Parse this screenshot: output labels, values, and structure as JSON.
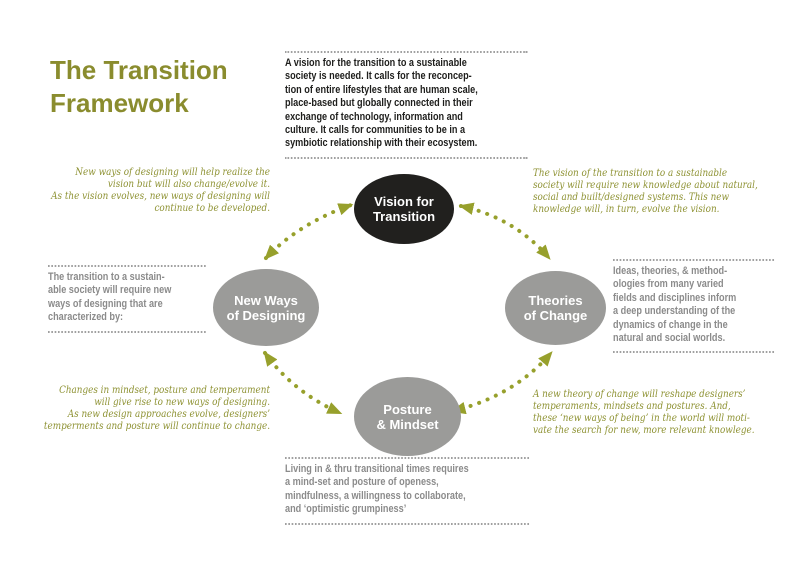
{
  "title": "The Transition\nFramework",
  "colors": {
    "olive": "#8c9030",
    "arrow": "#97a02c",
    "node_gray": "#9b9b99",
    "node_black": "#21201e",
    "text_gray": "#8b8b8b",
    "text_dark": "#1e1e1c"
  },
  "blocks": {
    "vision": "A vision for the transition to a sustainable\nsociety is needed. It calls for the reconcep-\ntion of entire lifestyles that are human scale,\nplace-based but globally connected in their\nexchange of technology, information and\nculture. It calls for communities to be in a\nsymbiotic relationship with their ecosystem.",
    "new_ways": "The transition to a sustain-\nable society will require new\nways of designing that are\ncharacterized by:",
    "theories": "Ideas, theories, & method-\nologies from many varied\nfields and disciplines inform\na deep understanding of the\ndynamics of change in the\nnatural and social worlds.",
    "posture": "Living in & thru transitional times requires\na mind-set and posture of openess,\nmindfulness, a willingness to collaborate,\nand ‘optimistic grumpiness’"
  },
  "annotations": {
    "vision_newways": "New ways of designing will help realize the\nvision but will also change/evolve it.\nAs the vision evolves, new ways of designing will\ncontinue to be developed.",
    "vision_theories": "The vision of the transition to a sustainable\nsociety will require new knowledge about natural,\nsocial and built/designed systems. This new\nknowledge will, in turn, evolve the vision.",
    "newways_posture": "Changes in mindset, posture and temperament\nwill give rise to new ways of designing.\nAs new design approaches evolve, designers’\ntemperments and posture will continue to change.",
    "posture_theories": "A new theory of change will reshape designers’\ntemperaments, mindsets and postures. And,\nthese ‘new ways of being’ in the world will moti-\nvate the search for new, more relevant knowlege."
  },
  "nodes": {
    "vision": {
      "label": "Vision for\nTransition"
    },
    "new_ways": {
      "label": "New Ways\nof Designing"
    },
    "theories": {
      "label": "Theories\nof Change"
    },
    "posture": {
      "label": "Posture\n& Mindset"
    }
  }
}
